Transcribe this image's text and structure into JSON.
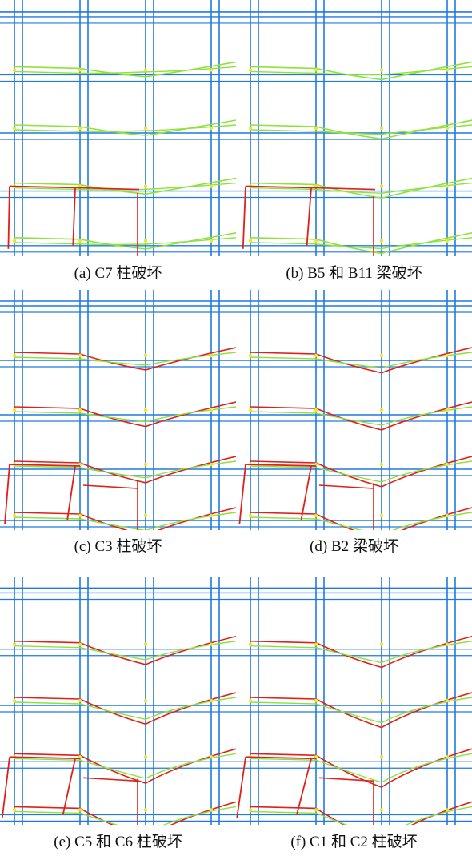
{
  "colors": {
    "intact": "#1f7ae0",
    "low_stress": "#1ec8d6",
    "mid_stress": "#8ee23b",
    "high_stress": "#f3e51c",
    "failed": "#e0201a",
    "background": "#ffffff"
  },
  "panels": [
    {
      "id": "a",
      "caption": "(a) C7 柱破坏",
      "failed_member": "C7",
      "deformation": 0.15,
      "removed_column": "middle"
    },
    {
      "id": "b",
      "caption": "(b) B5 和 B11 梁破坏",
      "failed_member": "B5, B11",
      "deformation": 0.3,
      "removed_column": "middle"
    },
    {
      "id": "c",
      "caption": "(c) C3 柱破坏",
      "failed_member": "C3",
      "deformation": 0.55,
      "removed_column": "middle"
    },
    {
      "id": "d",
      "caption": "(d) B2 梁破坏",
      "failed_member": "B2",
      "deformation": 0.7,
      "removed_column": "middle"
    },
    {
      "id": "e",
      "caption": "(e) C5 和 C6 柱破坏",
      "failed_member": "C5, C6",
      "deformation": 0.85,
      "removed_column": "middle"
    },
    {
      "id": "f",
      "caption": "(f) C1 和 C2 柱破坏",
      "failed_member": "C1, C2",
      "deformation": 1.0,
      "removed_column": "middle"
    }
  ]
}
